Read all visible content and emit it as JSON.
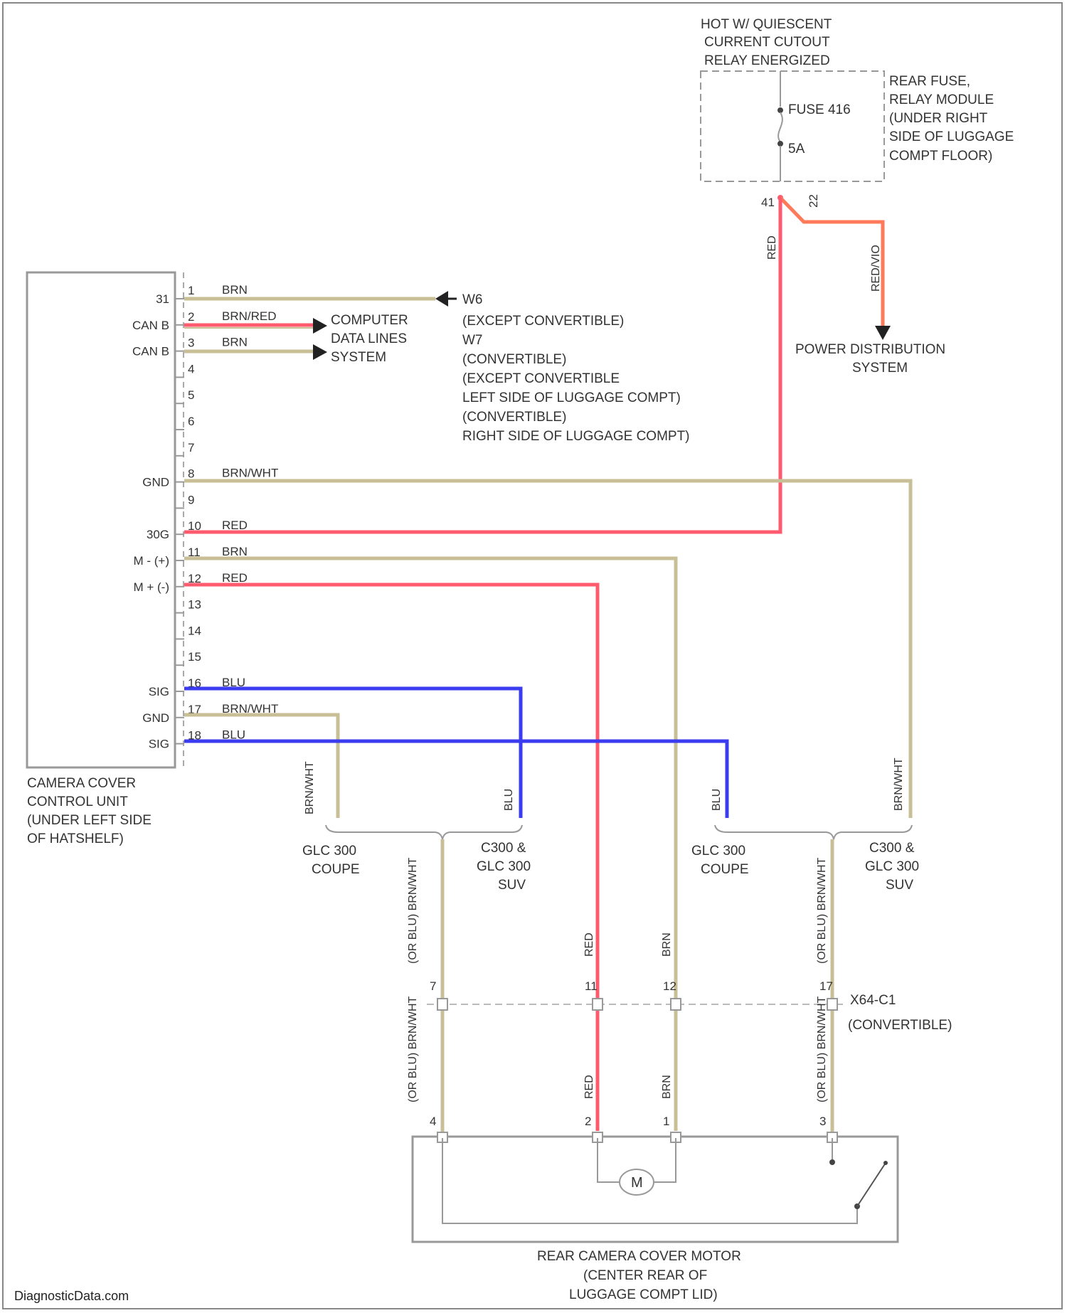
{
  "relay": {
    "title": [
      "HOT W/ QUIESCENT",
      "CURRENT CUTOUT",
      "RELAY ENERGIZED"
    ],
    "fuse_label": "FUSE 416",
    "fuse_rating": "5A",
    "module_label": [
      "REAR FUSE,",
      "RELAY MODULE",
      "(UNDER RIGHT",
      "SIDE OF LUGGAGE",
      "COMPT FLOOR)"
    ],
    "pin_out": "41",
    "pin_out2": "22",
    "wire_left": "RED",
    "wire_right": "RED/VIO"
  },
  "power_distribution": [
    "POWER DISTRIBUTION",
    "SYSTEM"
  ],
  "control_unit": {
    "label": [
      "CAMERA COVER",
      "CONTROL UNIT",
      "(UNDER LEFT SIDE",
      "OF HATSHELF)"
    ],
    "pins": [
      {
        "num": "1",
        "signal": "31",
        "wire": "BRN"
      },
      {
        "num": "2",
        "signal": "CAN B",
        "wire": "BRN/RED"
      },
      {
        "num": "3",
        "signal": "CAN B",
        "wire": "BRN"
      },
      {
        "num": "4",
        "signal": "",
        "wire": ""
      },
      {
        "num": "5",
        "signal": "",
        "wire": ""
      },
      {
        "num": "6",
        "signal": "",
        "wire": ""
      },
      {
        "num": "7",
        "signal": "",
        "wire": ""
      },
      {
        "num": "8",
        "signal": "GND",
        "wire": "BRN/WHT"
      },
      {
        "num": "9",
        "signal": "",
        "wire": ""
      },
      {
        "num": "10",
        "signal": "30G",
        "wire": "RED"
      },
      {
        "num": "11",
        "signal": "M - (+)",
        "wire": "BRN"
      },
      {
        "num": "12",
        "signal": "M + (-)",
        "wire": "RED"
      },
      {
        "num": "13",
        "signal": "",
        "wire": ""
      },
      {
        "num": "14",
        "signal": "",
        "wire": ""
      },
      {
        "num": "15",
        "signal": "",
        "wire": ""
      },
      {
        "num": "16",
        "signal": "SIG",
        "wire": "BLU"
      },
      {
        "num": "17",
        "signal": "GND",
        "wire": "BRN/WHT"
      },
      {
        "num": "18",
        "signal": "SIG",
        "wire": "BLU"
      }
    ]
  },
  "ground_ref": {
    "id": "W6",
    "lines": [
      "(EXCEPT CONVERTIBLE)",
      "W7",
      "(CONVERTIBLE)",
      "(EXCEPT CONVERTIBLE",
      "LEFT SIDE OF LUGGAGE COMPT)",
      "(CONVERTIBLE)",
      "RIGHT SIDE OF LUGGAGE COMPT)"
    ]
  },
  "computer_data": [
    "COMPUTER",
    "DATA LINES",
    "SYSTEM"
  ],
  "branches": {
    "left_a": [
      "GLC 300",
      "COUPE"
    ],
    "left_b": [
      "C300 &",
      "GLC 300",
      "SUV"
    ],
    "right_a": [
      "GLC 300",
      "COUPE"
    ],
    "right_b": [
      "C300 &",
      "GLC 300",
      "SUV"
    ],
    "wire_brnwht_left": "BRN/WHT",
    "wire_blu_left": "BLU",
    "wire_blu_right": "BLU",
    "wire_brnwht_right": "BRN/WHT"
  },
  "connector": {
    "id": "X64-C1",
    "note": "(CONVERTIBLE)",
    "pins": [
      "7",
      "11",
      "12",
      "17"
    ],
    "wires_upper": [
      "(OR BLU) BRN/WHT",
      "RED",
      "BRN",
      "(OR BLU) BRN/WHT"
    ],
    "wires_lower": [
      "(OR BLU) BRN/WHT",
      "RED",
      "BRN",
      "(OR BLU) BRN/WHT"
    ],
    "motor_pins": [
      "4",
      "2",
      "1",
      "3"
    ]
  },
  "motor": {
    "symbol": "M",
    "label": [
      "REAR CAMERA COVER MOTOR",
      "(CENTER REAR OF",
      "LUGGAGE COMPT LID)"
    ]
  },
  "watermark": "DiagnosticData.com",
  "colors": {
    "red": "#ff5a6e",
    "blue": "#3b3bf0",
    "tan": "#c9bf96",
    "orange": "#ff8040"
  }
}
